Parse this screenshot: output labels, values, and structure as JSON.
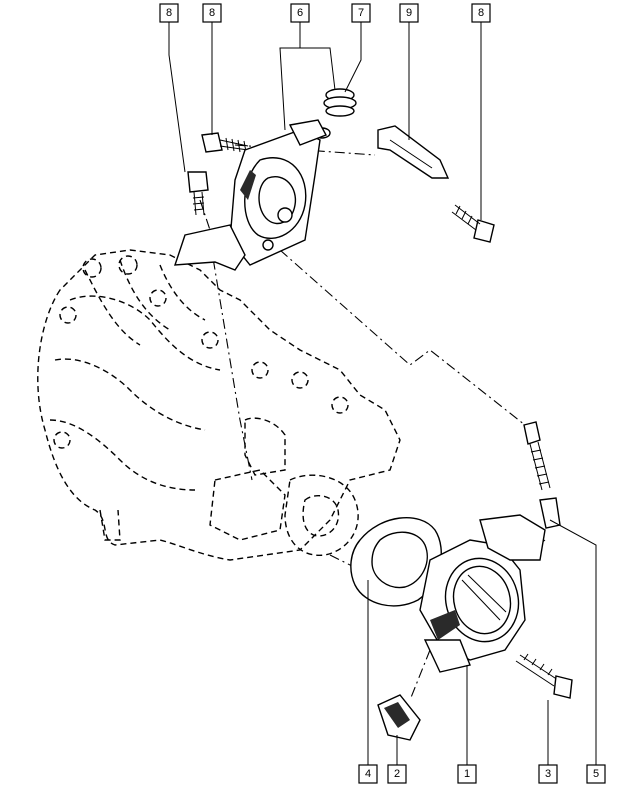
{
  "callouts": {
    "c8a": "8",
    "c8b": "8",
    "c6": "6",
    "c7": "7",
    "c9": "9",
    "c8c": "8",
    "c4": "4",
    "c2": "2",
    "c1": "1",
    "c3": "3",
    "c5": "5"
  }
}
